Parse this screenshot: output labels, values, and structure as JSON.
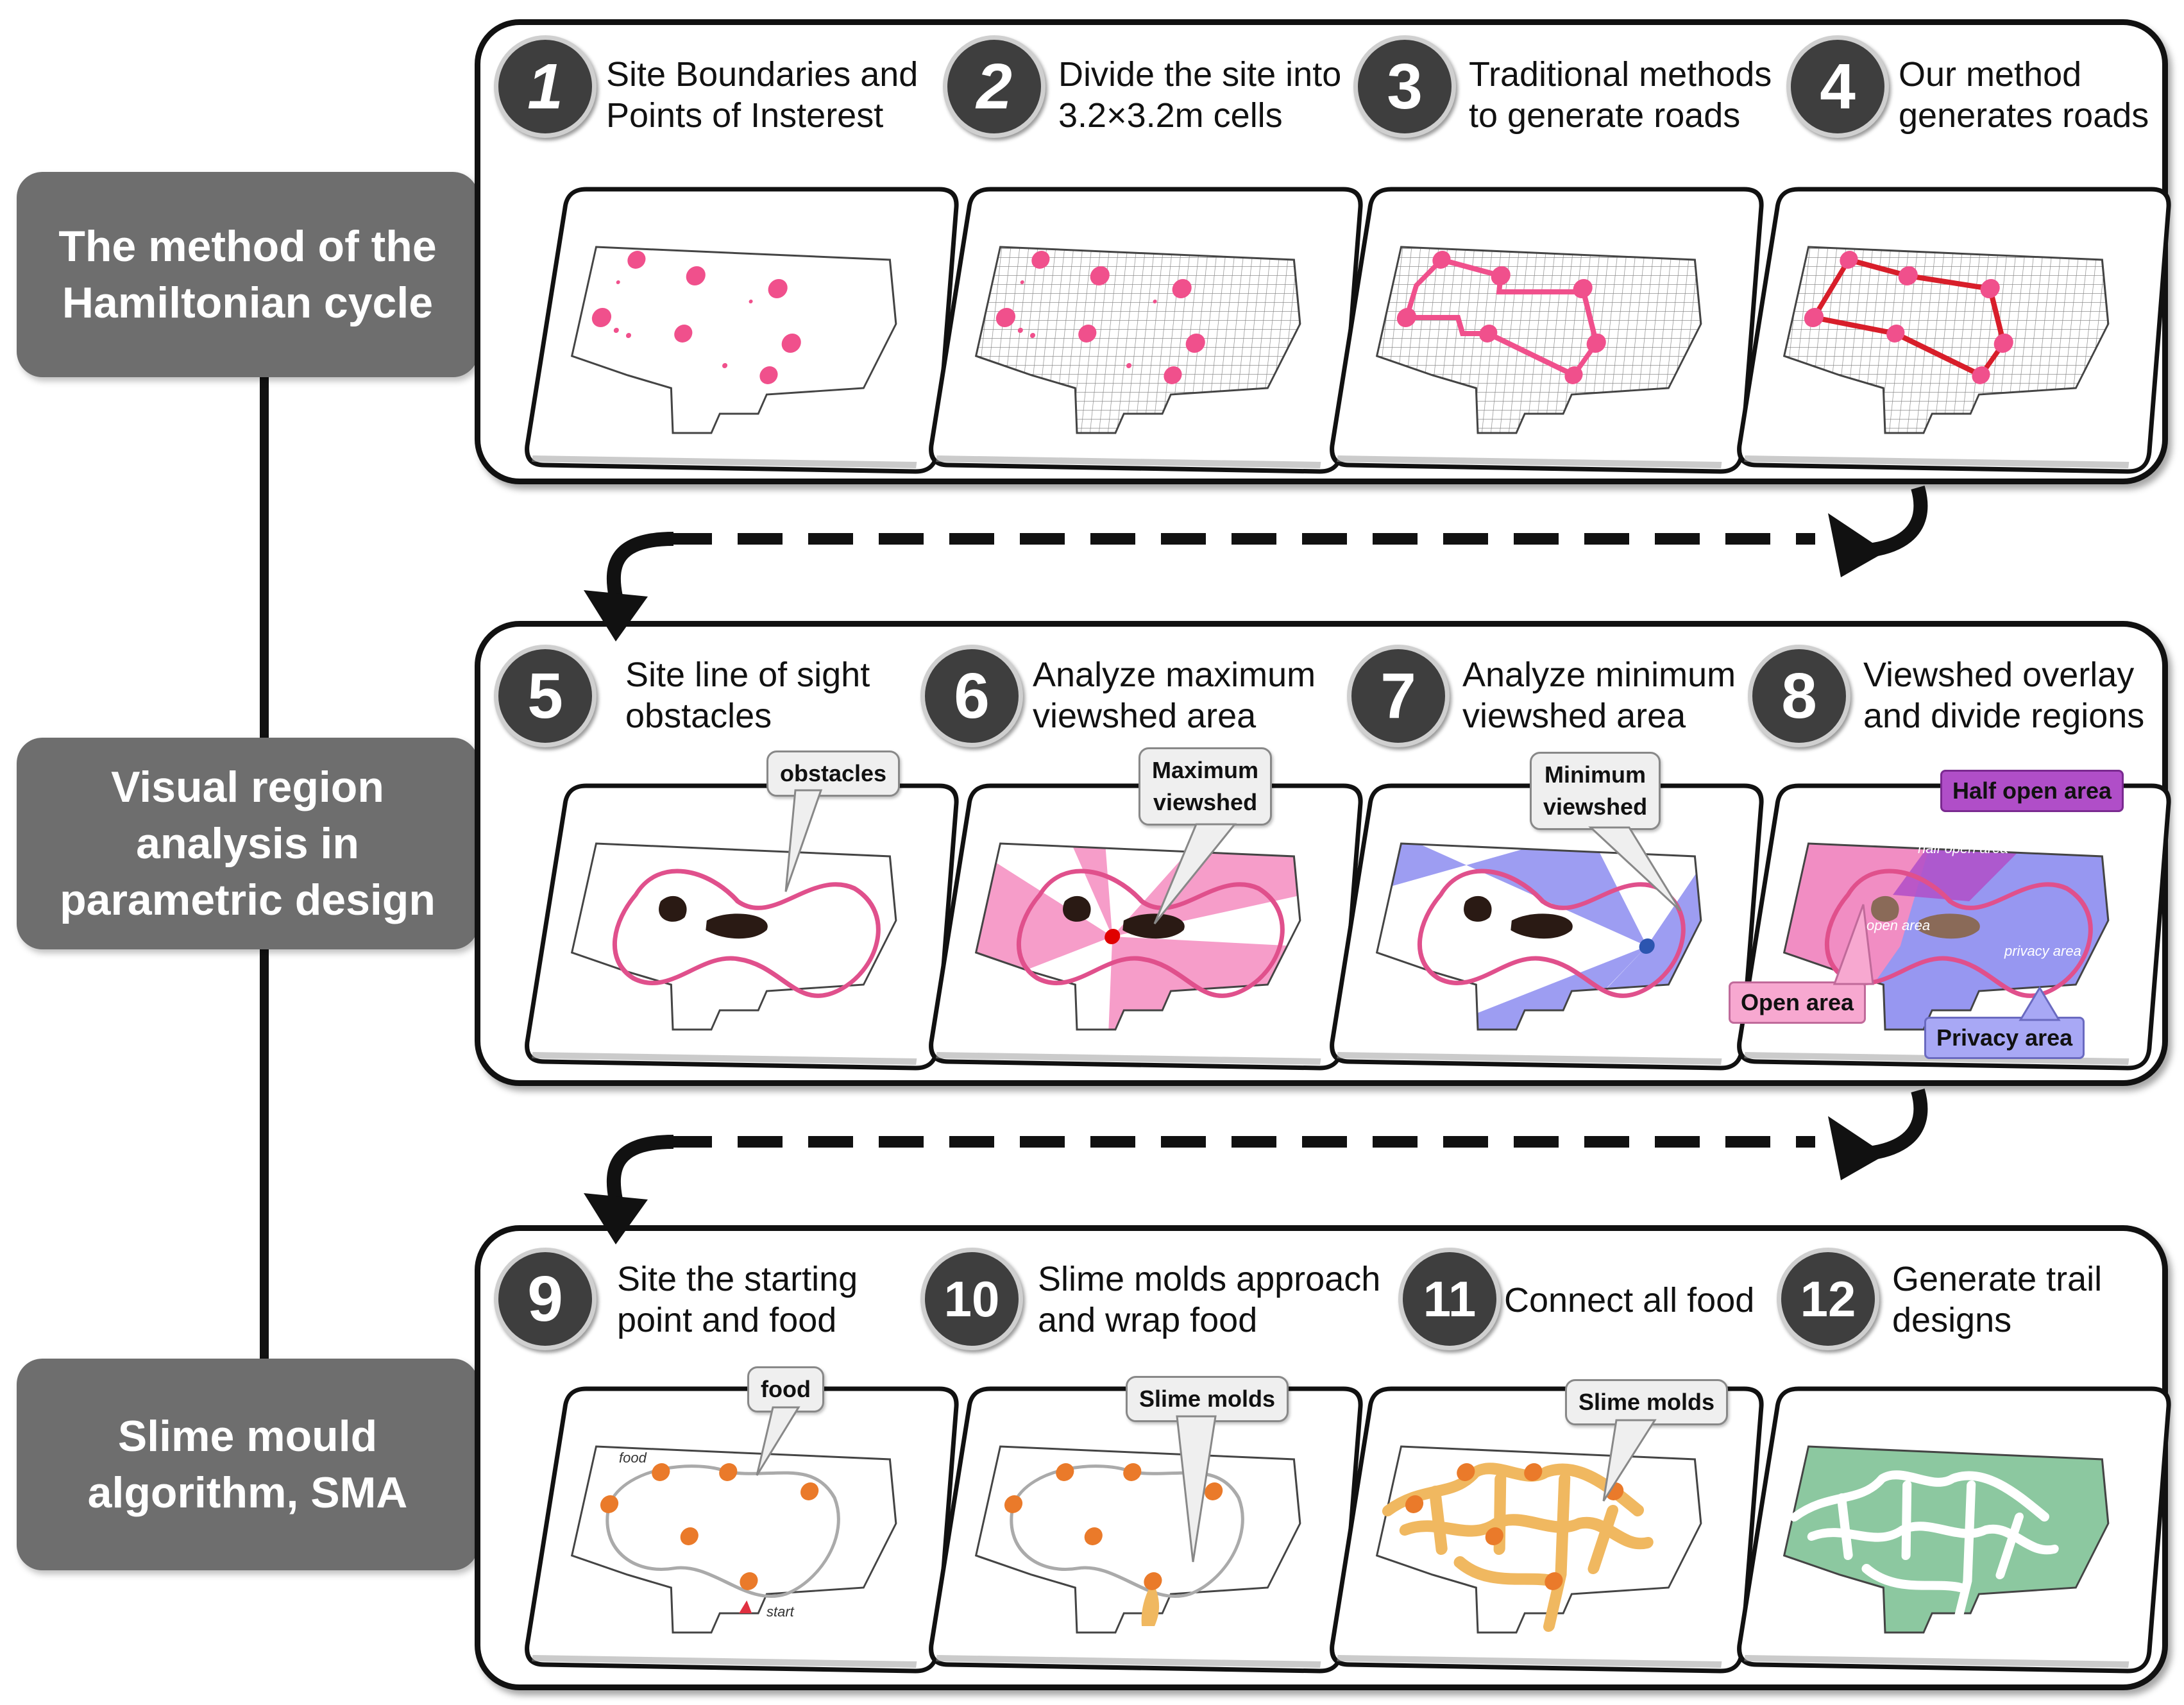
{
  "sections": [
    {
      "id": "hamiltonian",
      "lines": [
        "The method of the",
        "Hamiltonian cycle"
      ]
    },
    {
      "id": "visual",
      "lines": [
        "Visual region",
        "analysis in",
        "parametric design"
      ]
    },
    {
      "id": "sma",
      "lines": [
        "Slime mould",
        "algorithm, SMA"
      ]
    }
  ],
  "steps": [
    {
      "num": "1",
      "lines": [
        "Site Boundaries and",
        "Points of Insterest"
      ]
    },
    {
      "num": "2",
      "lines": [
        "Divide the site into",
        "3.2×3.2m cells"
      ]
    },
    {
      "num": "3",
      "lines": [
        "Traditional methods",
        "to generate roads"
      ]
    },
    {
      "num": "4",
      "lines": [
        "Our method",
        "generates roads"
      ]
    },
    {
      "num": "5",
      "lines": [
        "Site line of sight",
        "obstacles"
      ]
    },
    {
      "num": "6",
      "lines": [
        "Analyze maximum",
        "viewshed area"
      ]
    },
    {
      "num": "7",
      "lines": [
        "Analyze minimum",
        "viewshed area"
      ]
    },
    {
      "num": "8",
      "lines": [
        "Viewshed overlay",
        "and divide regions"
      ]
    },
    {
      "num": "9",
      "lines": [
        "Site the starting",
        "point and food"
      ]
    },
    {
      "num": "10",
      "lines": [
        "Slime molds approach",
        "and wrap food"
      ]
    },
    {
      "num": "11",
      "lines": [
        "Connect all food"
      ]
    },
    {
      "num": "12",
      "lines": [
        "Generate trail",
        "designs"
      ]
    }
  ],
  "callouts": {
    "obstacles": "obstacles",
    "max_viewshed": [
      "Maximum",
      "viewshed"
    ],
    "min_viewshed": [
      "Minimum",
      "viewshed"
    ],
    "half_open": "Half open area",
    "open": "Open area",
    "privacy": "Privacy area",
    "food": "food",
    "slime10": "Slime molds",
    "slime11": "Slime molds"
  },
  "small_labels": {
    "half_open_small": "half open area",
    "open_small": "open area",
    "privacy_small": "privacy area",
    "food_small": "food",
    "start_small": "start"
  },
  "colors": {
    "section_box": "#6e6e6e",
    "poi_pink": "#f0508c",
    "road_red": "#d81e2a",
    "viewshed_pink": "#f58cc0",
    "viewshed_blue": "#8c8cf0",
    "half_open_purple": "#b04ec8",
    "food_orange": "#ea7a2a",
    "slime_yellow": "#f0b860",
    "trail_green": "#8cc8a0"
  }
}
